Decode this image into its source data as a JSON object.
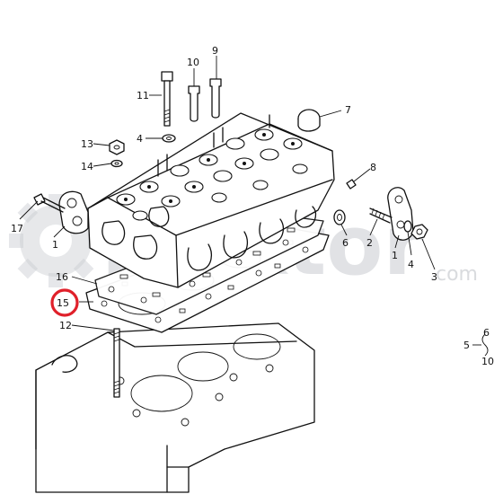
{
  "watermark": {
    "brand": "Traktor",
    "domain": ".com",
    "small": "partscem"
  },
  "highlight_color": "#e0202a",
  "callouts": [
    {
      "id": "c9",
      "label": "9"
    },
    {
      "id": "c10",
      "label": "10"
    },
    {
      "id": "c11",
      "label": "11"
    },
    {
      "id": "c7",
      "label": "7"
    },
    {
      "id": "c4a",
      "label": "4"
    },
    {
      "id": "c13",
      "label": "13"
    },
    {
      "id": "c14",
      "label": "14"
    },
    {
      "id": "c8",
      "label": "8"
    },
    {
      "id": "c17",
      "label": "17"
    },
    {
      "id": "c1a",
      "label": "1"
    },
    {
      "id": "c6a",
      "label": "6"
    },
    {
      "id": "c2",
      "label": "2"
    },
    {
      "id": "c1b",
      "label": "1"
    },
    {
      "id": "c4b",
      "label": "4"
    },
    {
      "id": "c3",
      "label": "3"
    },
    {
      "id": "c16",
      "label": "16"
    },
    {
      "id": "c15",
      "label": "15"
    },
    {
      "id": "c12",
      "label": "12"
    },
    {
      "id": "c5",
      "label": "5"
    },
    {
      "id": "c6b",
      "label": "6"
    },
    {
      "id": "c10b",
      "label": "10"
    }
  ]
}
